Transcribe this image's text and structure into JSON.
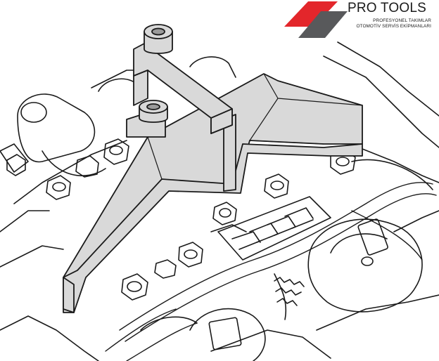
{
  "brand": {
    "name": "PRO TOOLS",
    "tagline_line1": "PROFESYONEL  TAKIMLAR",
    "tagline_line2": "OTOMOTİV SERVİS EKİPMANLARI",
    "colors": {
      "accent_red": "#e3262b",
      "accent_gray": "#58595b",
      "tool_fill": "#d9d9d9",
      "line": "#1a1a1a"
    }
  },
  "icons": [
    "pro-tools-logo-icon"
  ]
}
